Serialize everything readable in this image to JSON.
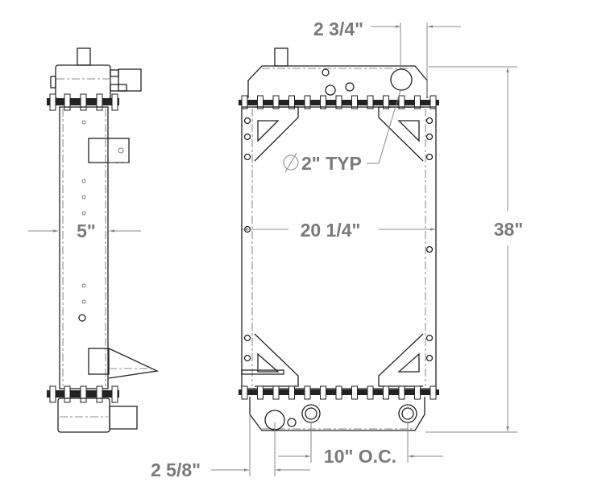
{
  "drawing": {
    "dimensions": {
      "tank_offset": "2 3/4\"",
      "hole_diameter": "2\" TYP",
      "diameter_symbol": "diameter-symbol",
      "depth": "5\"",
      "width": "20 1/4\"",
      "height": "38\"",
      "outlet_offset": "2 5/8\"",
      "outlet_spacing": "10\" O.C."
    },
    "colors": {
      "dimension_text": "#7a7a7a",
      "lines": "#222222"
    }
  }
}
